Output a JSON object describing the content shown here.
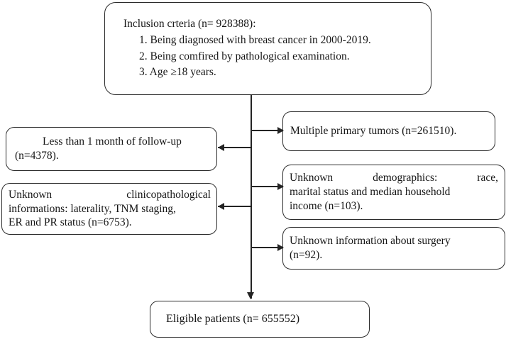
{
  "figure": {
    "type": "study-flow-diagram",
    "colors": {
      "stroke": "#2b2b2b",
      "text": "#161616",
      "background": "#ffffff",
      "connector": "#232323"
    }
  },
  "nodes": {
    "inclusion": {
      "name": "inclusion-criteria-box",
      "lines": [
        "Inclusion crteria (n= 928388):",
        "1. Being diagnosed with breast cancer in 2000-2019.",
        "2. Being comfired by pathological examination.",
        "3. Age ≥18 years."
      ]
    },
    "followup": {
      "name": "less-than-1-month-followup-box",
      "lines": [
        "Less than 1 month of follow-up",
        "(n=4378)."
      ]
    },
    "clinicopath": {
      "name": "unknown-clinicopathological-box",
      "lines": [
        "Unknown clinicopathological",
        "informations: laterality, TNM staging,",
        "ER and PR status (n=6753)."
      ]
    },
    "multiple": {
      "name": "multiple-primary-tumors-box",
      "lines": [
        "Multiple primary tumors (n=261510)."
      ]
    },
    "demographics": {
      "name": "unknown-demographics-box",
      "lines": [
        "Unknown demographics: race,",
        "marital status and median household",
        "income (n=103)."
      ]
    },
    "surgery": {
      "name": "unknown-surgery-information-box",
      "lines": [
        "Unknown information about surgery",
        "(n=92)."
      ]
    },
    "eligible": {
      "name": "eligible-patients-box",
      "lines": [
        "Eligible patients (n= 655552)"
      ]
    }
  },
  "counts": {
    "inclusion_total": 928388,
    "excluded_followup": 4378,
    "excluded_clinicopathological": 6753,
    "excluded_multiple_tumors": 261510,
    "excluded_demographics": 103,
    "excluded_surgery": 92,
    "eligible_total": 655552
  },
  "connectors": [
    {
      "name": "spine-main",
      "direction": "down",
      "from": "inclusion",
      "to": "eligible"
    },
    {
      "name": "branch-multiple",
      "direction": "right",
      "to": "multiple"
    },
    {
      "name": "branch-followup",
      "direction": "left",
      "to": "followup"
    },
    {
      "name": "branch-demographics",
      "direction": "right",
      "to": "demographics"
    },
    {
      "name": "branch-clinicopath",
      "direction": "left",
      "to": "clinicopath"
    },
    {
      "name": "branch-surgery",
      "direction": "right",
      "to": "surgery"
    }
  ]
}
